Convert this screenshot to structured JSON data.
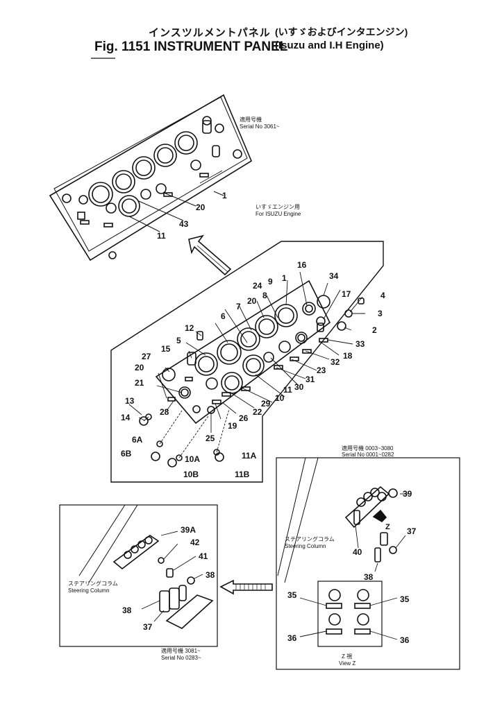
{
  "title": {
    "japanese": "インスツルメントパネル",
    "figure": "Fig. 1151 INSTRUMENT PANEL",
    "variant_japanese": "(いすゞおよびインタエンジン)",
    "variant_english": "(Isuzu and I.H Engine)"
  },
  "notes": {
    "serial_top_jp": "適用号機",
    "serial_top_en": "Serial No 3061~",
    "isuzu_jp": "いすゞエンジン用",
    "isuzu_en": "For ISUZU Engine",
    "serial_right_jp": "適用号機 0003~3080",
    "serial_right_en": "Serial No 0001~0282",
    "steering_right_jp": "ステアリングコラム",
    "steering_right_en": "Steering Column",
    "view_jp": "Z 視",
    "view_en": "View Z",
    "steering_left_jp": "ステアリングコラム",
    "steering_left_en": "Steering Column",
    "serial_bottom_jp": "適用号機 3081~",
    "serial_bottom_en": "Serial No 0283~",
    "arrow_letter": "Z"
  },
  "callouts": {
    "c1_top": "1",
    "c20_top": "20",
    "c43": "43",
    "c11_top": "11",
    "c16": "16",
    "c34": "34",
    "c1": "1",
    "c9": "9",
    "c24": "24",
    "c8": "8",
    "c20": "20",
    "c7": "7",
    "c6": "6",
    "c17": "17",
    "c4": "4",
    "c3": "3",
    "c2": "2",
    "c12": "12",
    "c5": "5",
    "c15": "15",
    "c33": "33",
    "c18": "18",
    "c32": "32",
    "c23": "23",
    "c27": "27",
    "c20b": "20",
    "c21": "21",
    "c31": "31",
    "c30": "30",
    "c11": "11",
    "c10": "10",
    "c29": "29",
    "c22": "22",
    "c13": "13",
    "c28": "28",
    "c26": "26",
    "c14": "14",
    "c19": "19",
    "c25": "25",
    "c6a": "6A",
    "c6b": "6B",
    "c10a": "10A",
    "c10b": "10B",
    "c11a": "11A",
    "c11b": "11B",
    "c39": "39",
    "c37": "37",
    "c40": "40",
    "c38": "38",
    "c35a": "35",
    "c35b": "35",
    "c36a": "36",
    "c36b": "36",
    "c39a": "39A",
    "c42": "42",
    "c41": "41",
    "c38l": "38",
    "c38l2": "38",
    "c37l": "37"
  }
}
